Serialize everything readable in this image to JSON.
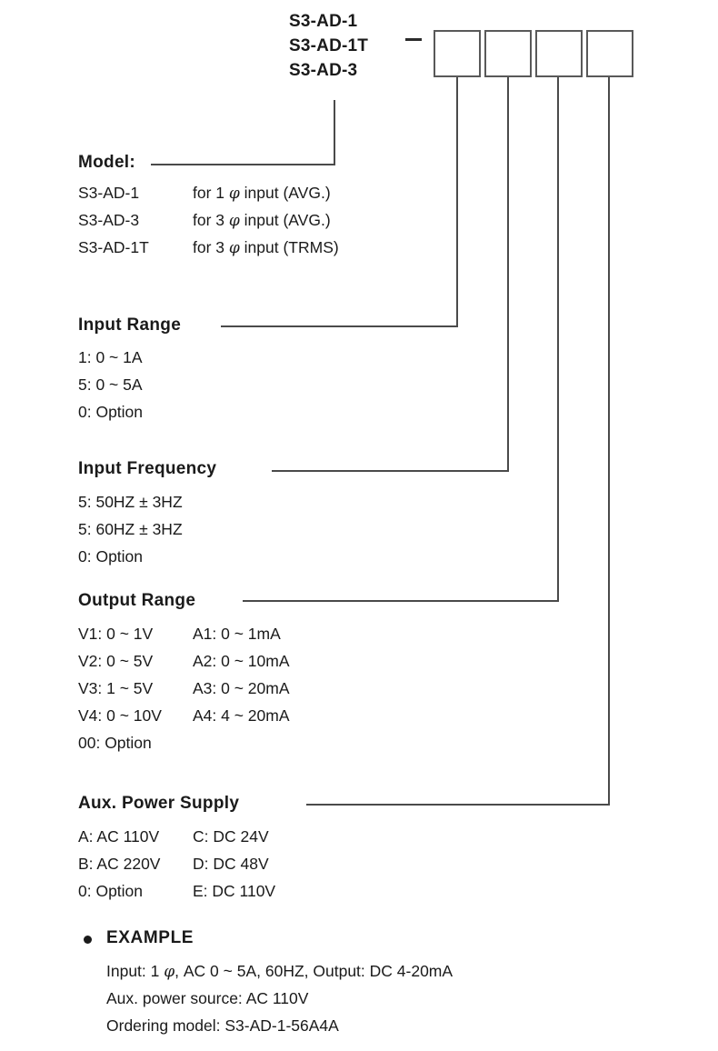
{
  "header": {
    "model_codes": [
      "S3-AD-1",
      "S3-AD-1T",
      "S3-AD-3"
    ],
    "separator": "_",
    "boxes": [
      "",
      "",
      "",
      ""
    ]
  },
  "sections": [
    {
      "id": "model",
      "title": "Model:",
      "rows": [
        {
          "code": "S3-AD-1",
          "desc_pre": "for 1 ",
          "phi": "φ",
          "desc_post": " input (AVG.)"
        },
        {
          "code": "S3-AD-3",
          "desc_pre": "for 3 ",
          "phi": "φ",
          "desc_post": " input (AVG.)"
        },
        {
          "code": "S3-AD-1T",
          "desc_pre": "for 3 ",
          "phi": "φ",
          "desc_post": " input (TRMS)"
        }
      ]
    },
    {
      "id": "input-range",
      "title": "Input  Range",
      "rows": [
        {
          "code": "1: 0 ~ 1A"
        },
        {
          "code": "5: 0 ~ 5A"
        },
        {
          "code": "0: Option"
        }
      ]
    },
    {
      "id": "input-frequency",
      "title": "Input  Frequency",
      "rows": [
        {
          "code": "5: 50HZ ± 3HZ"
        },
        {
          "code": "5: 60HZ ± 3HZ"
        },
        {
          "code": "0: Option"
        }
      ]
    },
    {
      "id": "output-range",
      "title": "Output  Range",
      "rows": [
        {
          "code": "V1: 0 ~ 1V",
          "code2": "A1: 0 ~ 1mA"
        },
        {
          "code": "V2: 0 ~ 5V",
          "code2": "A2: 0 ~ 10mA"
        },
        {
          "code": "V3: 1 ~ 5V",
          "code2": "A3: 0 ~ 20mA"
        },
        {
          "code": "V4: 0 ~ 10V",
          "code2": "A4: 4 ~ 20mA"
        },
        {
          "code": "00: Option",
          "code2": ""
        }
      ]
    },
    {
      "id": "aux-power-supply",
      "title": "Aux.  Power  Supply",
      "rows": [
        {
          "code": "A: AC 110V",
          "code2": "C: DC  24V"
        },
        {
          "code": "B: AC 220V",
          "code2": "D: DC  48V"
        },
        {
          "code": "0: Option",
          "code2": "E: DC 110V"
        }
      ]
    }
  ],
  "example": {
    "title": "EXAMPLE",
    "lines": [
      {
        "pre": "Input: 1 ",
        "phi": "φ",
        "post": ",  AC  0 ~ 5A, 60HZ,  Output: DC 4-20mA"
      },
      {
        "pre": "Aux. power source: AC 110V",
        "phi": "",
        "post": ""
      },
      {
        "pre": "Ordering  model: S3-AD-1-56A4A",
        "phi": "",
        "post": ""
      }
    ]
  },
  "colors": {
    "line": "#4a4a4a",
    "box_border": "#595959",
    "text": "#1a1a1a"
  }
}
